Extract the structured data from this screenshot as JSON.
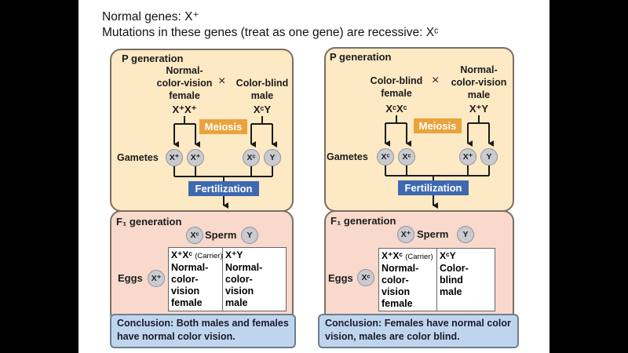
{
  "header": {
    "line1": "Normal genes: X⁺",
    "line2": "Mutations in these genes (treat as one gene) are recessive: Xᶜ"
  },
  "colors": {
    "p_box": "#fde9c4",
    "f1_box": "#f8d9cc",
    "meiosis": "#e9a33d",
    "fertilization": "#3e69b1",
    "conclusion": "#bfd5ee"
  },
  "panels": [
    {
      "p_title": "P generation",
      "female_label": "Normal-\ncolor-vision\nfemale",
      "male_label": "Color-blind\nmale",
      "cross": "×",
      "female_genotype": "X⁺X⁺",
      "male_genotype": "XᶜY",
      "meiosis": "Meiosis",
      "gametes_label": "Gametes",
      "gametes": [
        "X⁺",
        "X⁺",
        "Xᶜ",
        "Y"
      ],
      "fertilization": "Fertilization",
      "f1_title": "F₁ generation",
      "sperm_label": "Sperm",
      "sperm": [
        "Xᶜ",
        "Y"
      ],
      "eggs_label": "Eggs",
      "egg": "X⁺",
      "cells": [
        {
          "genotype": "X⁺Xᶜ",
          "note": "(Carrier)",
          "phenotype": "Normal-\ncolor-\nvision\nfemale"
        },
        {
          "genotype": "X⁺Y",
          "note": "",
          "phenotype": "Normal-\ncolor-\nvision\nmale"
        }
      ],
      "conclusion_label": "Conclusion:",
      "conclusion_text": "Both males and females have normal color vision."
    },
    {
      "p_title": "P generation",
      "female_label": "Color-blind\nfemale",
      "male_label": "Normal-\ncolor-vision\nmale",
      "cross": "×",
      "female_genotype": "XᶜXᶜ",
      "male_genotype": "X⁺Y",
      "meiosis": "Meiosis",
      "gametes_label": "Gametes",
      "gametes": [
        "Xᶜ",
        "Xᶜ",
        "X⁺",
        "Y"
      ],
      "fertilization": "Fertilization",
      "f1_title": "F₁ generation",
      "sperm_label": "Sperm",
      "sperm": [
        "X⁺",
        "Y"
      ],
      "eggs_label": "Eggs",
      "egg": "Xᶜ",
      "cells": [
        {
          "genotype": "X⁺Xᶜ",
          "note": "(Carrier)",
          "phenotype": "Normal-\ncolor-\nvision\nfemale"
        },
        {
          "genotype": "XᶜY",
          "note": "",
          "phenotype": "Color-\nblind\nmale"
        }
      ],
      "conclusion_label": "Conclusion:",
      "conclusion_text": "Females have normal color vision, males are color blind."
    }
  ]
}
